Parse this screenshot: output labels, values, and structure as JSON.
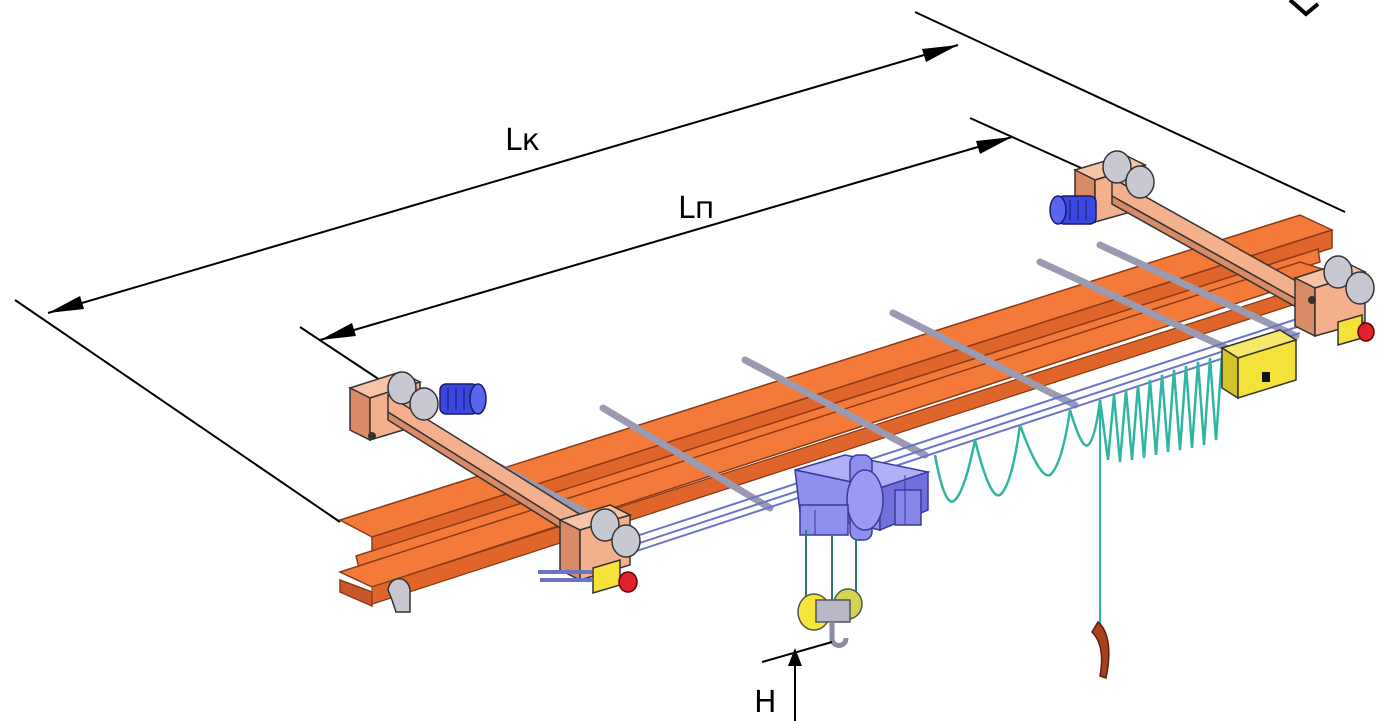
{
  "labels": {
    "span_crane": "Lк",
    "span_runway": "Lп",
    "height": "H"
  },
  "colors": {
    "beam": "#f47a3a",
    "beam_dark": "#c9572a",
    "end_carriage": "#f4b08c",
    "end_carriage_dark": "#d98a66",
    "motor": "#3b48e0",
    "hoist": "#8f8ff0",
    "hoist_dark": "#5c5cc8",
    "cable": "#2fb5a0",
    "rail_bar": "#8a8aa0",
    "control_box": "#f4e23a",
    "buffer_red": "#e0202a",
    "hook_yellow": "#f7e53a",
    "pendant_brown": "#a8401c",
    "wheel": "#c8c8d2",
    "dimension_line": "#000000"
  }
}
